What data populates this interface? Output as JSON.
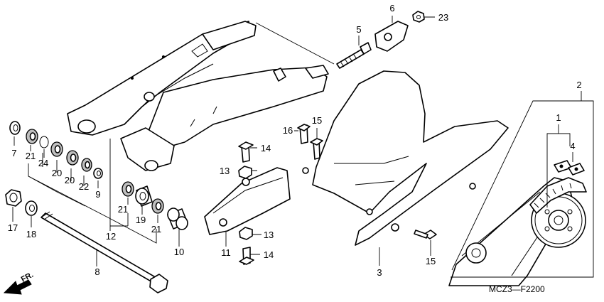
{
  "diagram_code": "MCZ3—F2200",
  "direction_label": "FR.",
  "callouts": {
    "c1": "1",
    "c2": "2",
    "c3": "3",
    "c4": "4",
    "c5": "5",
    "c6": "6",
    "c7": "7",
    "c8": "8",
    "c9": "9",
    "c10": "10",
    "c11": "11",
    "c12": "12",
    "c13a": "13",
    "c13b": "13",
    "c14a": "14",
    "c14b": "14",
    "c15a": "15",
    "c15b": "15",
    "c16": "16",
    "c17": "17",
    "c18": "18",
    "c19": "19",
    "c20a": "20",
    "c20b": "20",
    "c21a": "21",
    "c21b": "21",
    "c21c": "21",
    "c22": "22",
    "c23": "23",
    "c24": "24"
  }
}
